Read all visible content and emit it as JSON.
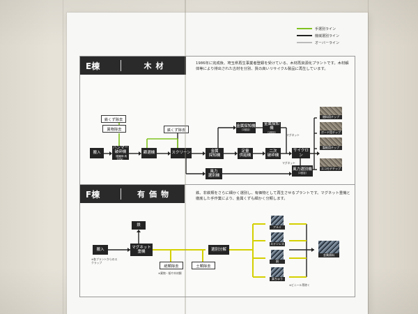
{
  "legend": [
    {
      "label": "手選別ライン",
      "color": "#7fc21f"
    },
    {
      "label": "機械選別ライン",
      "color": "#222222"
    },
    {
      "label": "オーバーライン",
      "color": "#bbbbbb"
    }
  ],
  "section_e": {
    "code": "E棟",
    "name": "木材",
    "description": "1986年に完成後、埼玉県再生事業者登録を受けている、木材再資源化プラントです。木材解体等により排出された古材を分別、質の高いリサイクル製品に再生しています。",
    "nodes": {
      "intake": "搬入",
      "hammer": "ハンマー",
      "hammer_2": "破砕機",
      "hammer_sub": "（粗破砕 約75%）",
      "sorter": "篩選機",
      "screen": "スクリーン",
      "metal_detect": "金属",
      "metal_detect_2": "探知機",
      "metal_sort1": "金属探知機",
      "metal_sort1_sub": "（2回目）",
      "metal_sort2": "金属探知機",
      "metal_sort2_sub": "（2回目）",
      "quant_feeder": "定量",
      "quant_feeder_2": "供給機",
      "secondary": "二次",
      "secondary_2": "破砕機",
      "cyclone": "サイクロン",
      "wind": "風力",
      "wind_2": "選別機",
      "wind2": "風力選別機",
      "wind2_sub": "（2回目）",
      "rebar_removal": "鉄くず除去",
      "foreign_removal": "異物除去",
      "rebar_removal2": "鉄くず除去",
      "magnet_note1": "マグネット",
      "magnet_note2": "マグネット"
    },
    "products": [
      "燃料用チップ",
      "ボード用チップ",
      "製紙用チップ",
      "エコモデチップ"
    ]
  },
  "section_f": {
    "code": "F棟",
    "name": "有価物",
    "description": "鉄、非鉄類をさらに細かく選別し、有価物として再生させるプラントです。マグネット重機と徹底した手作業により、金属くずも細かく分類します。",
    "nodes": {
      "intake": "搬入",
      "intake_note": "※各プラントからのスクラップ",
      "magnet": "マグネット",
      "magnet_2": "重機",
      "iron": "鉄",
      "sort_decompose": "選別分解",
      "paper_removal": "紙類除去",
      "paper_note": "※異物・紙や木材類",
      "soil_removal": "土類除去"
    },
    "metals": [
      "アルミ",
      "ステンレス",
      "銅",
      "真ちゅう"
    ],
    "other_note": "※ビニール等除く",
    "output": "金属原料"
  }
}
